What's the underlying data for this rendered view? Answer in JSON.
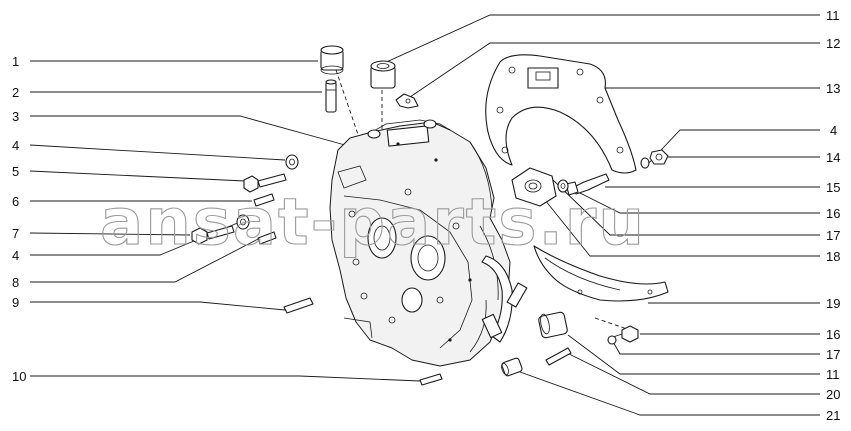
{
  "diagram": {
    "watermark": "ansat-parts.ru",
    "callouts_left": [
      "1",
      "2",
      "3",
      "4",
      "5",
      "6",
      "7",
      "4",
      "8",
      "9",
      "10"
    ],
    "callouts_right": [
      "11",
      "12",
      "13",
      "4",
      "14",
      "15",
      "16",
      "17",
      "18",
      "19",
      "16",
      "17",
      "11",
      "20",
      "21"
    ],
    "colors": {
      "ink": "#1a1a1a",
      "watermark": "#9a9a9a",
      "background": "#ffffff"
    }
  }
}
